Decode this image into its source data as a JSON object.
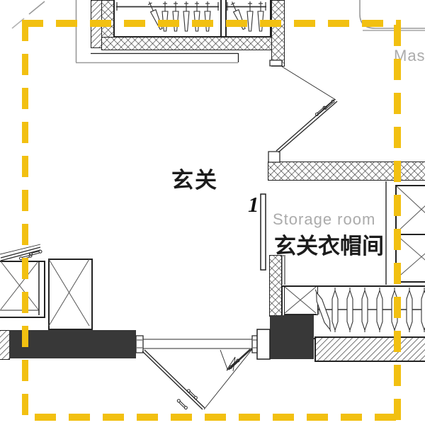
{
  "labels": {
    "room_main": "玄关",
    "marker_number": "1",
    "storage_en": "Storage room",
    "storage_cn": "玄关衣帽间",
    "neighbor_partial": "Mas"
  },
  "colors": {
    "marquee_yellow": "#F2C011",
    "wall_fill_dark": "#383838",
    "line_dark": "#222222",
    "line_gray": "#9A9A9A",
    "label_gray": "#ABABAB"
  },
  "icons": {
    "hanger": "clothes-hanger-symbol",
    "x_box": "cabinet-cross-symbol",
    "door_swing": "door-leaf-with-swing-chord"
  }
}
